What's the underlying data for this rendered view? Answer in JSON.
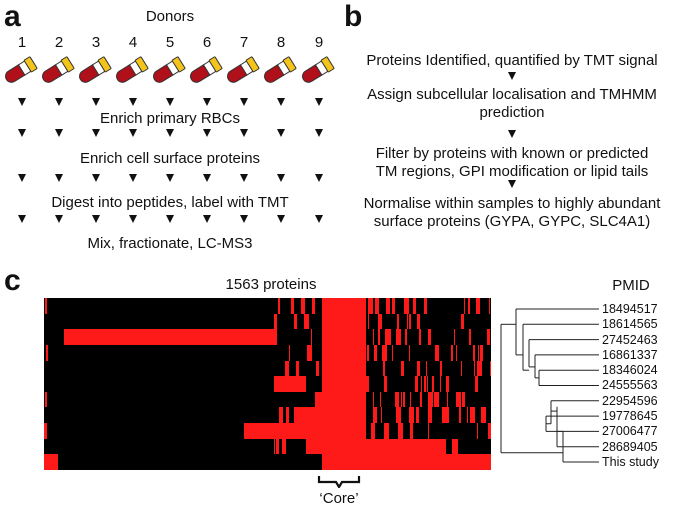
{
  "panel_a": {
    "letter": "a",
    "title": "Donors",
    "donors": [
      "1",
      "2",
      "3",
      "4",
      "5",
      "6",
      "7",
      "8",
      "9"
    ],
    "steps": [
      "Enrich primary RBCs",
      "Enrich cell surface proteins",
      "Digest into peptides, label with TMT",
      "Mix, fractionate, LC-MS3"
    ],
    "colors": {
      "tube_blood": "#b0101a",
      "tube_cap": "#f2c41c"
    }
  },
  "panel_b": {
    "letter": "b",
    "steps": [
      [
        "Proteins Identified, quantified by TMT signal"
      ],
      [
        "Assign subcellular localisation and TMHMM",
        "prediction"
      ],
      [
        "Filter by proteins with known or predicted",
        "TM regions, GPI modification or lipid tails"
      ],
      [
        "Normalise within samples to highly abundant",
        "surface proteins (GYPA, GYPC, SLC4A1)"
      ]
    ]
  },
  "panel_c": {
    "letter": "c",
    "heatmap_title": "1563 proteins",
    "pmid_header": "PMID",
    "rows": [
      "18494517",
      "18614565",
      "27452463",
      "16861337",
      "18346024",
      "24555563",
      "22954596",
      "19778645",
      "27006477",
      "28689405",
      "This study"
    ],
    "core_label": "‘Core’",
    "colors": {
      "present": "#ff1a1a",
      "absent": "#000000"
    }
  }
}
